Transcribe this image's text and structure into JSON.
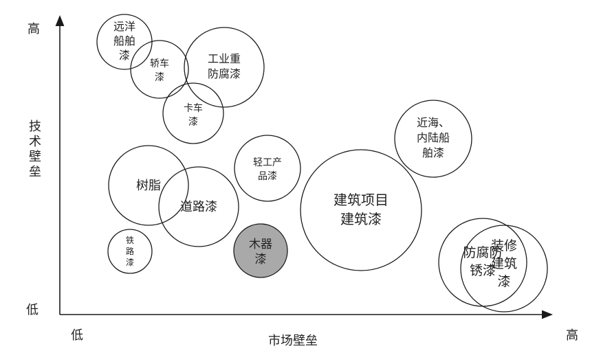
{
  "axes": {
    "y_high": "高",
    "y_label": "技术壁垒",
    "y_low": "低",
    "x_low": "低",
    "x_label": "市场壁垒",
    "x_high": "高"
  },
  "bubbles": [
    {
      "name": "bubble-ocean-ship-paint",
      "lines": [
        "远洋",
        "船舶",
        "漆"
      ],
      "fill": "none"
    },
    {
      "name": "bubble-car-paint",
      "lines": [
        "轿车",
        "漆"
      ],
      "fill": "none"
    },
    {
      "name": "bubble-industrial-anticorrosion-paint",
      "lines": [
        "工业重",
        "防腐漆"
      ],
      "fill": "none"
    },
    {
      "name": "bubble-truck-paint",
      "lines": [
        "卡车",
        "漆"
      ],
      "fill": "none"
    },
    {
      "name": "bubble-coastal-inland-ship-paint",
      "lines": [
        "近海、",
        "内陆船",
        "舶漆"
      ],
      "fill": "none"
    },
    {
      "name": "bubble-light-industry-paint",
      "lines": [
        "轻工产",
        "品漆"
      ],
      "fill": "none"
    },
    {
      "name": "bubble-resin",
      "lines": [
        "树脂"
      ],
      "fill": "none"
    },
    {
      "name": "bubble-road-paint",
      "lines": [
        "道路漆"
      ],
      "fill": "none"
    },
    {
      "name": "bubble-building-project-paint",
      "lines": [
        "建筑项目",
        "建筑漆"
      ],
      "fill": "none"
    },
    {
      "name": "bubble-railway-paint",
      "lines": [
        "铁",
        "路",
        "漆"
      ],
      "fill": "none"
    },
    {
      "name": "bubble-wood-paint",
      "lines": [
        "木器",
        "漆"
      ],
      "fill": "#a9a9a9"
    },
    {
      "name": "bubble-anticorrosion-rust-paint",
      "lines": [
        "防腐防",
        "锈漆"
      ],
      "fill": "none"
    },
    {
      "name": "bubble-decoration-building-paint",
      "lines": [
        "装修",
        "建筑",
        "漆"
      ],
      "fill": "none"
    }
  ]
}
